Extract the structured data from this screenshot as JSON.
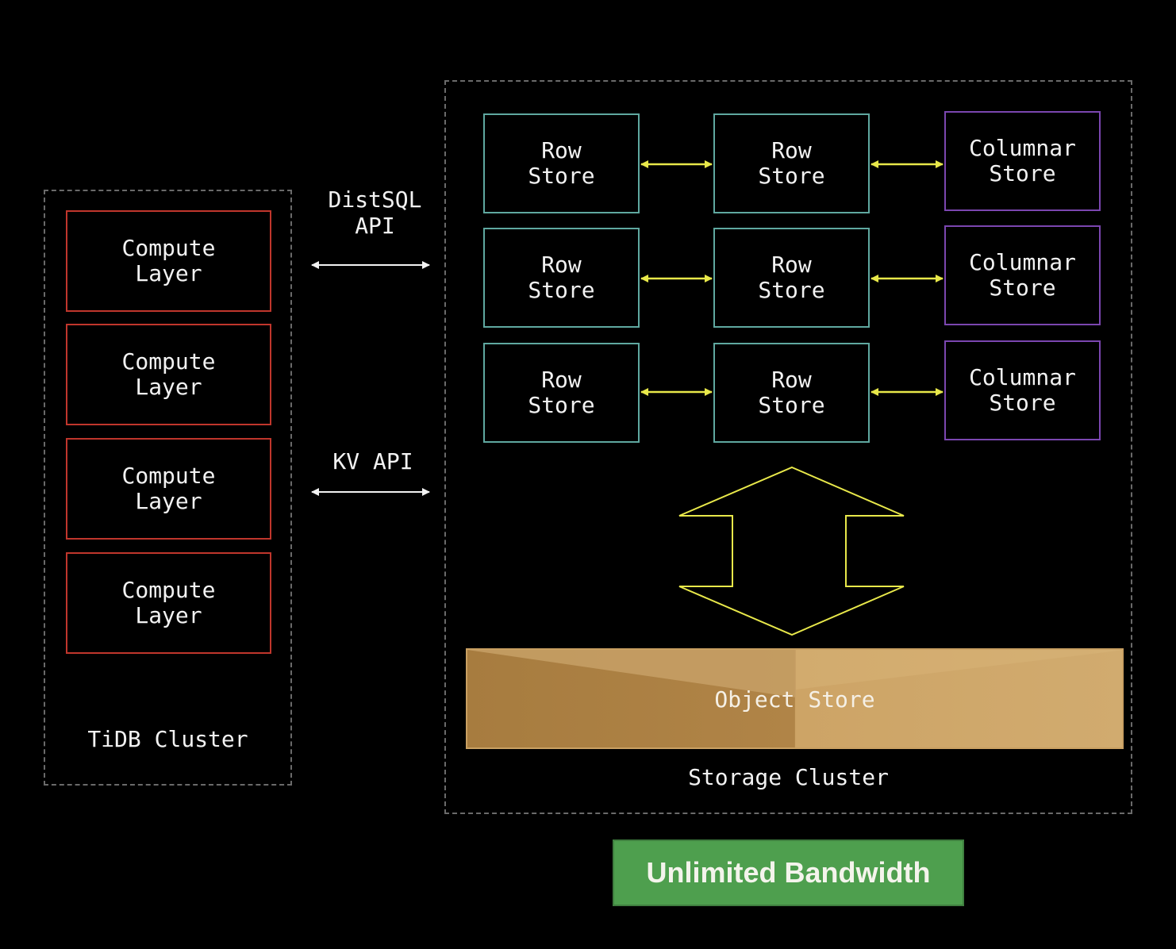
{
  "tidb_cluster": {
    "label": "TiDB Cluster",
    "compute_nodes": [
      {
        "label": "Compute\nLayer"
      },
      {
        "label": "Compute\nLayer"
      },
      {
        "label": "Compute\nLayer"
      },
      {
        "label": "Compute\nLayer"
      }
    ]
  },
  "apis": {
    "distsql": "DistSQL\nAPI",
    "kv": "KV API"
  },
  "storage_cluster": {
    "label": "Storage Cluster",
    "rows": [
      [
        "Row\nStore",
        "Row\nStore",
        "Columnar\nStore"
      ],
      [
        "Row\nStore",
        "Row\nStore",
        "Columnar\nStore"
      ],
      [
        "Row\nStore",
        "Row\nStore",
        "Columnar\nStore"
      ]
    ],
    "object_store": "Object Store"
  },
  "badge": "Unlimited Bandwidth",
  "colors": {
    "compute_border": "#c0362c",
    "row_store_border": "#5fa8a0",
    "columnar_store_border": "#7b46b0",
    "replication_arrow": "#e8e84a",
    "badge_bg": "#4e9f4e"
  }
}
